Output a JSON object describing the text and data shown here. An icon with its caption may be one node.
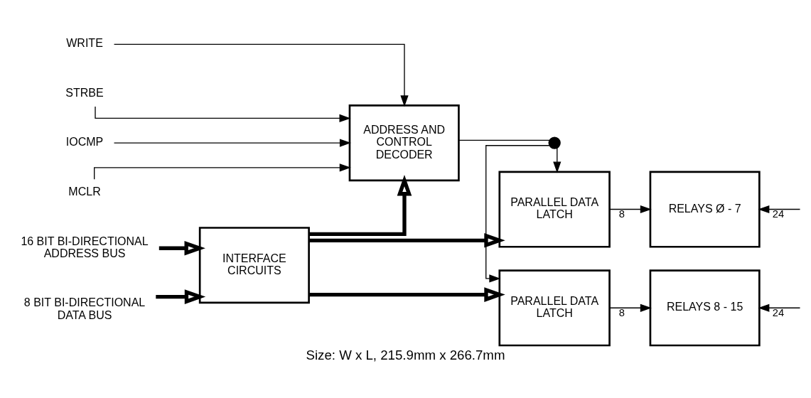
{
  "diagram": {
    "caption": "Size: W x L, 215.9mm x 266.7mm",
    "nodes": [
      {
        "text": [
          "ADDRESS AND CONTROL DECODER"
        ]
      },
      {
        "text": [
          "INTERFACE CIRCUITS"
        ]
      },
      {
        "text": [
          "PARALLEL DATA LATCH"
        ]
      },
      {
        "text": [
          "PARALLEL DATA LATCH"
        ]
      },
      {
        "text": [
          "RELAYS Ø - 7"
        ]
      },
      {
        "text": [
          "RELAYS 8 - 15"
        ]
      },
      {
        "text": [],
        "shape": "circle"
      },
      {
        "text": [
          "WRITE"
        ]
      },
      {
        "text": [
          "STRBE"
        ]
      },
      {
        "text": [
          "IOCMP"
        ]
      },
      {
        "text": [
          "MCLR"
        ]
      },
      {
        "text": [
          "16 BIT BI-DIRECTIONAL ADDRESS BUS"
        ]
      },
      {
        "text": [
          "8 BIT BI-DIRECTIONAL DATA BUS"
        ]
      }
    ],
    "edges": [
      {
        "from": 7,
        "to": 0,
        "arrow": "to"
      },
      {
        "from": 8,
        "to": 0,
        "arrow": "to"
      },
      {
        "from": 9,
        "to": 0,
        "arrow": "to"
      },
      {
        "from": 10,
        "to": 0,
        "arrow": "to"
      },
      {
        "from": 11,
        "to": 1,
        "arrow": "to",
        "style": "thick"
      },
      {
        "from": 12,
        "to": 1,
        "arrow": "to",
        "style": "thick"
      },
      {
        "from": 1,
        "to": 0,
        "arrow": "to",
        "style": "thick"
      },
      {
        "from": 1,
        "to": 2,
        "arrow": "to",
        "style": "thick"
      },
      {
        "from": 1,
        "to": 3,
        "arrow": "to",
        "style": "thick"
      },
      {
        "from": 0,
        "to": 6,
        "arrow": "none"
      },
      {
        "from": 6,
        "to": 2,
        "arrow": "to"
      },
      {
        "from": 6,
        "to": 3,
        "arrow": "to"
      },
      {
        "from": 2,
        "to": 4,
        "arrow": "to",
        "label": "8"
      },
      {
        "from": 3,
        "to": 5,
        "arrow": "to",
        "label": "8"
      },
      {
        "from": null,
        "to": 4,
        "arrow": "to",
        "label": "24"
      },
      {
        "from": null,
        "to": 5,
        "arrow": "to",
        "label": "24"
      }
    ]
  }
}
